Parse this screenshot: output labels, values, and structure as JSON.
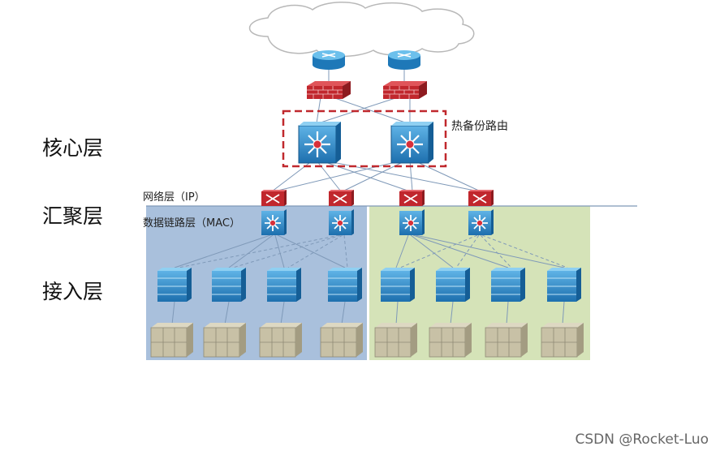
{
  "layers": {
    "core": "核心层",
    "aggregation": "汇聚层",
    "access": "接入层"
  },
  "annotations": {
    "hot_standby": "热备份路由",
    "network_layer": "网络层（IP）",
    "data_link_layer": "数据链路层（MAC）"
  },
  "watermark": "CSDN @Rocket-Luo",
  "colors": {
    "left_domain_bg": "#a9c0dc",
    "right_domain_bg": "#d5e3b8",
    "switch_blue": "#2f84c6",
    "firewall_red": "#c1272d",
    "dashed_box": "#c0282d",
    "link_line": "#7f99b8",
    "server_beige": "#c8c1a6"
  },
  "icons": {
    "cloud": "cloud-icon",
    "router": "router-icon",
    "firewall": "firewall-icon",
    "core_switch": "core-switch-icon",
    "aggregation_router": "aggregation-router-icon",
    "aggregation_switch": "aggregation-switch-icon",
    "access_switch": "access-switch-icon",
    "server": "server-icon"
  }
}
